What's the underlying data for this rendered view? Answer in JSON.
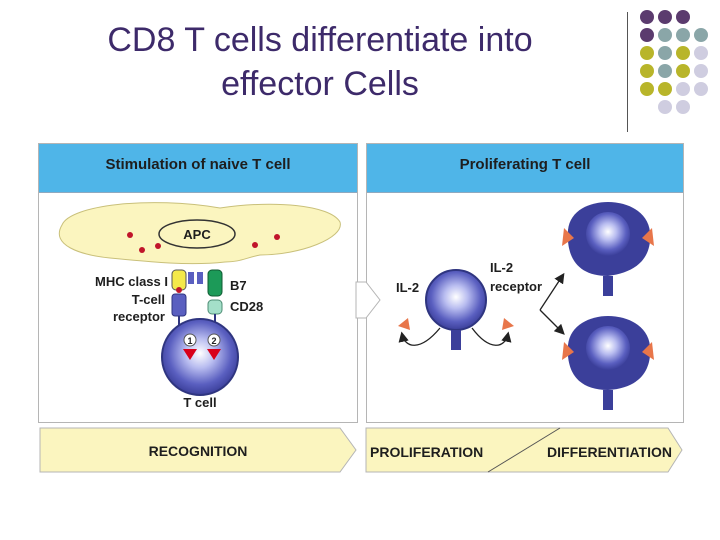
{
  "slide": {
    "title_line1": "CD8 T cells differentiate into",
    "title_line2": "effector Cells"
  },
  "left_panel": {
    "heading": "Stimulation of naive T cell",
    "apc_label": "APC",
    "mhc_label": "MHC class I",
    "tcr_label_line1": "T-cell",
    "tcr_label_line2": "receptor",
    "b7_label": "B7",
    "cd28_label": "CD28",
    "signal_1": "1",
    "signal_2": "2",
    "tcell_label": "T cell"
  },
  "right_panel": {
    "heading": "Proliferating T cell",
    "il2_label": "IL-2",
    "il2_receptor_line1": "IL-2",
    "il2_receptor_line2": "receptor"
  },
  "stages": {
    "recognition": "RECOGNITION",
    "proliferation": "PROLIFERATION",
    "differentiation": "DIFFERENTIATION"
  },
  "colors": {
    "title": "#3d2a6a",
    "header_blue": "#4fb5e8",
    "apc_yellow": "#fbf5bf",
    "cell_blue": "#5a5fc0",
    "cell_dark": "#2f3580",
    "signal_red": "#d8001a",
    "receptor_orange": "#e8764a",
    "dot_purple": "#5b3b6e",
    "dot_teal": "#8aa6a8",
    "dot_olive": "#b8b52a",
    "dot_lavender": "#cfcde0"
  }
}
